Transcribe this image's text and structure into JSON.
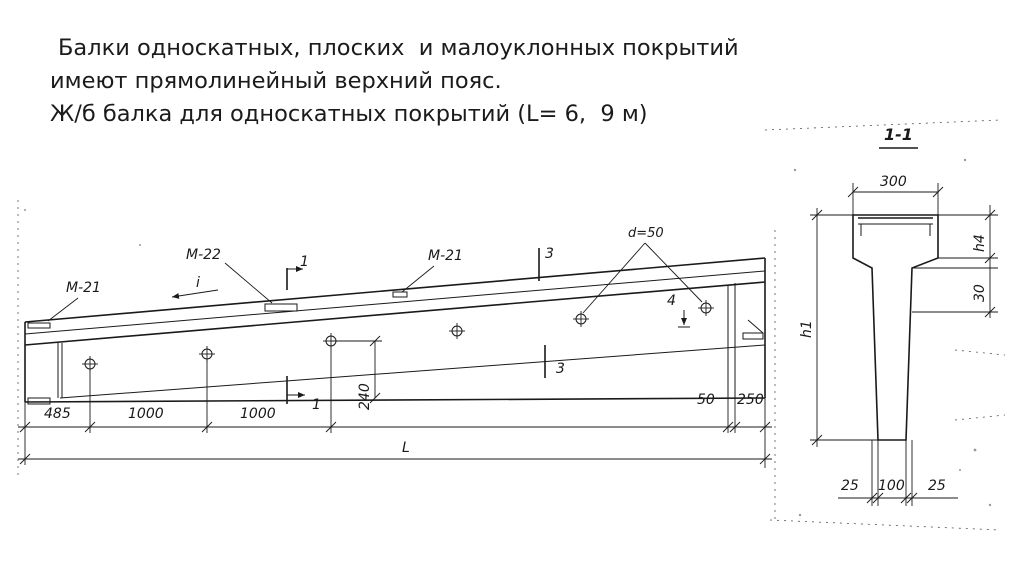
{
  "heading": {
    "line1": "Балки односкатных, плоских  и малоуклонных покрытий",
    "line2": "имеют прямолинейный верхний пояс.",
    "line3": "Ж/б балка для односкатных покрытий (L= 6,  9 м)"
  },
  "elevation": {
    "embedded_parts": [
      "М-21",
      "М-22",
      "М-21"
    ],
    "slope_label": "i",
    "hole_diameter_label": "d=50",
    "section_mark": "1",
    "cut_mark": "3",
    "point_mark": "4",
    "dimensions": {
      "end_offset": "485",
      "hole_spacing_1": "1000",
      "hole_spacing_2": "1000",
      "hole_height": "240",
      "support_gap": "50",
      "support_length": "250",
      "span": "L"
    }
  },
  "section": {
    "title": "1-1",
    "flange_width": "300",
    "flange_height": "h4",
    "haunch_height": "30",
    "total_height": "h1",
    "web_left_offset": "25",
    "web_width": "100",
    "web_right_offset": "25"
  }
}
